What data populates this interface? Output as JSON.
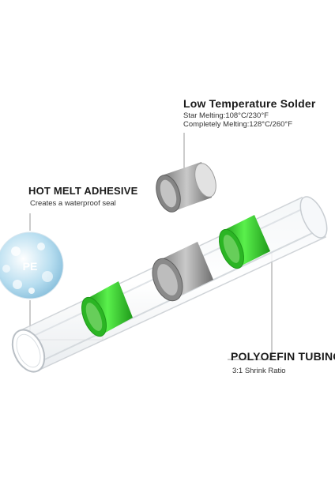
{
  "labels": {
    "solder": {
      "title": "Low Temperature Solder",
      "line1": "Star Melting:108°C/230°F",
      "line2": "Completely Melting:128°C/260°F"
    },
    "adhesive": {
      "title": "HOT MELT ADHESIVE",
      "subtitle": "Creates a waterproof seal",
      "badge": "PE"
    },
    "tubing": {
      "title": "POLYOEFIN TUBING",
      "subtitle": "3:1 Shrink Ratio"
    }
  },
  "colors": {
    "green_ring": "#3fdc35",
    "green_dark": "#1f9a1a",
    "solder_gray": "#a9a9a9",
    "solder_dark": "#6f6f6f",
    "tube_edge": "#c8cdd2",
    "pe_blue": "#8fc8e6",
    "leader_line": "#9a9a9a"
  }
}
